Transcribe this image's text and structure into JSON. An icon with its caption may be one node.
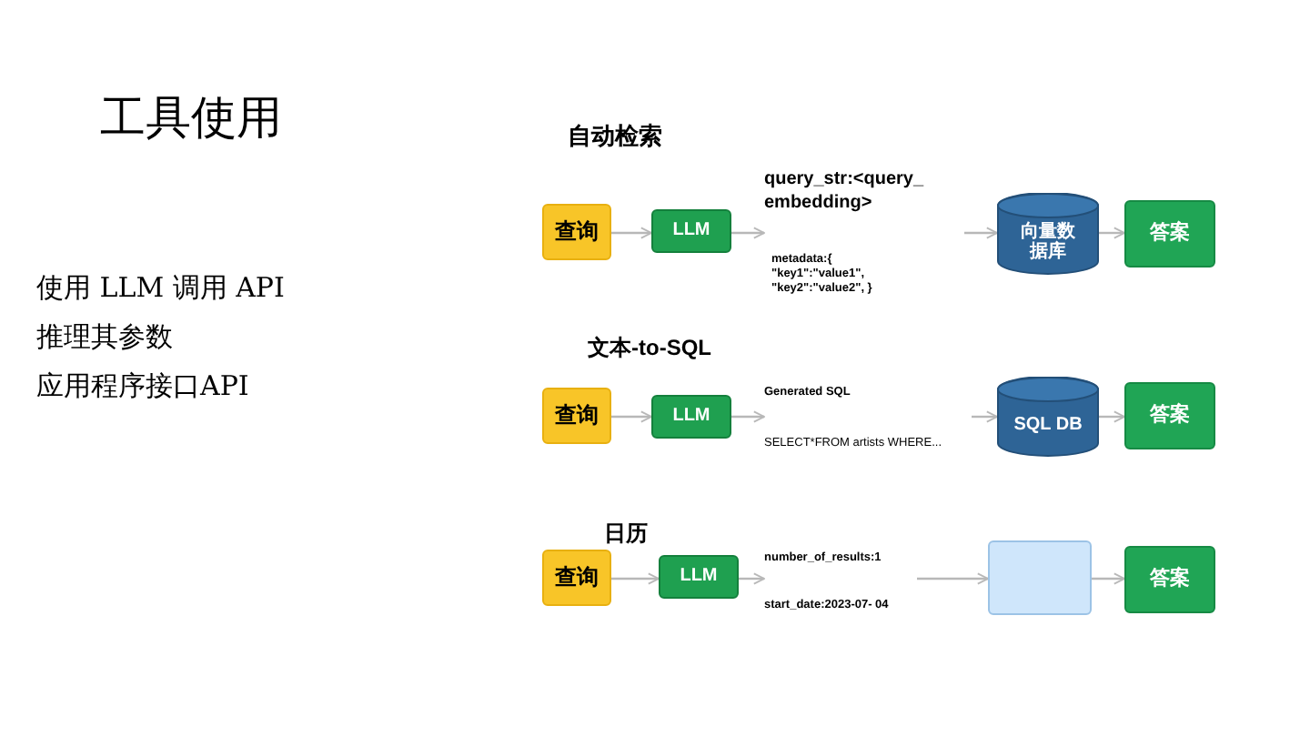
{
  "diagram": {
    "title": "工具使用",
    "nodes": [
      {
        "text": [
          "查询"
        ]
      },
      {
        "text": [
          "LLM"
        ]
      },
      {
        "text": [
          "query_str:<query_ embedding>",
          "metadata:{ \"key1\":\"value1\", \"key2\":\"value2\", }"
        ]
      },
      {
        "text": [
          "向量数据库"
        ]
      },
      {
        "text": [
          "答案"
        ]
      },
      {
        "text": [
          "查询"
        ]
      },
      {
        "text": [
          "LLM"
        ]
      },
      {
        "text": [
          "Generated SQL",
          "SELECT*FROM artists WHERE..."
        ]
      },
      {
        "text": [
          "SQL DB"
        ]
      },
      {
        "text": [
          "答案"
        ]
      },
      {
        "text": [
          "查询"
        ]
      },
      {
        "text": [
          "LLM"
        ]
      },
      {
        "text": [
          "number_of_results:1",
          "start_date:2023-07- 04"
        ]
      },
      {
        "text": [],
        "shape": "box"
      },
      {
        "text": [
          "答案"
        ]
      }
    ],
    "edges": [
      {
        "from": 0,
        "to": 1,
        "arrow": "to"
      },
      {
        "from": 1,
        "to": 2,
        "arrow": "to"
      },
      {
        "from": 2,
        "to": 3,
        "arrow": "to"
      },
      {
        "from": 3,
        "to": 4,
        "arrow": "to"
      },
      {
        "from": 5,
        "to": 6,
        "arrow": "to"
      },
      {
        "from": 6,
        "to": 7,
        "arrow": "to"
      },
      {
        "from": 7,
        "to": 8,
        "arrow": "to"
      },
      {
        "from": 8,
        "to": 9,
        "arrow": "to"
      },
      {
        "from": 10,
        "to": 11,
        "arrow": "to"
      },
      {
        "from": 11,
        "to": 12,
        "arrow": "to"
      },
      {
        "from": 12,
        "to": 13,
        "arrow": "to"
      },
      {
        "from": 13,
        "to": 14,
        "arrow": "to"
      }
    ],
    "labels": [
      "使用 LLM 调用 API",
      "推理其参数",
      "应用程序接口API",
      "自动检索",
      "文本-to-SQL",
      "日历"
    ]
  }
}
